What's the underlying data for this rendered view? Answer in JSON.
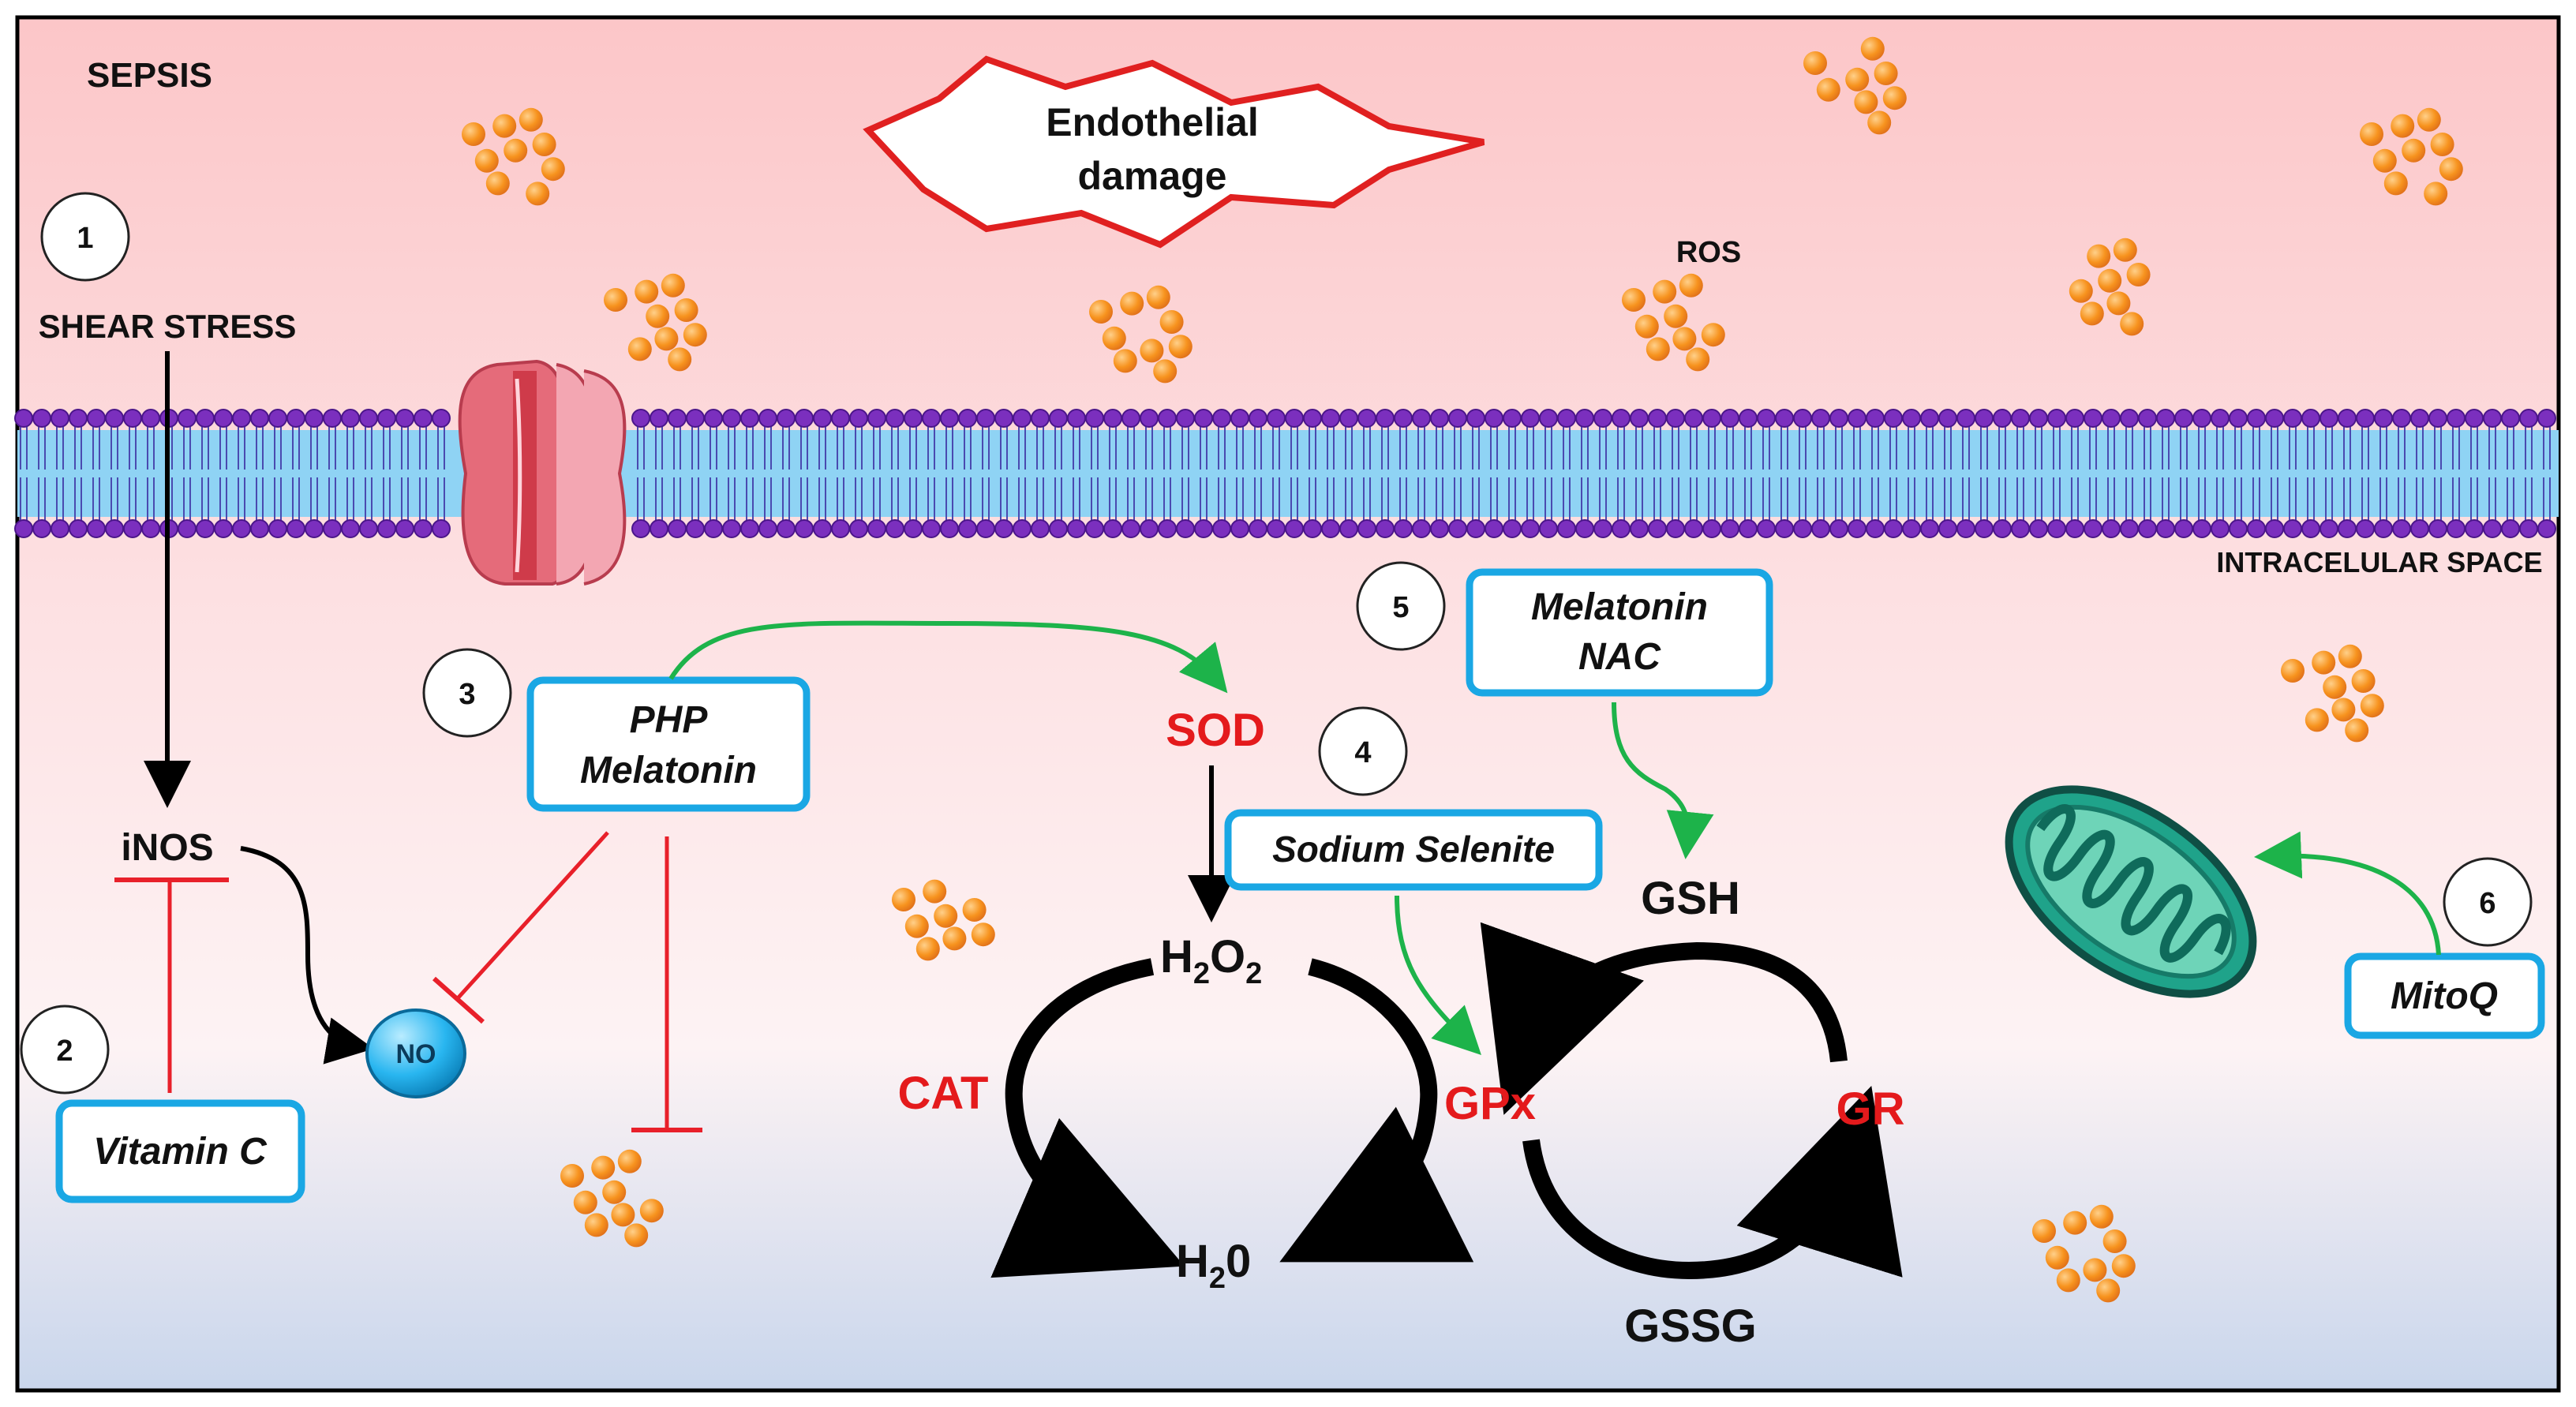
{
  "header": {
    "sepsis": "SEPSIS",
    "damage_line1": "Endothelial",
    "damage_line2": "damage",
    "ros": "ROS",
    "intracellular": "INTRACELULAR SPACE"
  },
  "steps": [
    "1",
    "2",
    "3",
    "4",
    "5",
    "6"
  ],
  "labels": {
    "shear_stress": "SHEAR STRESS",
    "inos": "iNOS",
    "no": "NO",
    "sod": "SOD",
    "h2o2_main": "H",
    "h2o2_sub1": "2",
    "h2o2_mid": "O",
    "h2o2_sub2": "2",
    "h2o_main": "H",
    "h2o_sub": "2",
    "h2o_end": "0",
    "cat": "CAT",
    "gpx": "GPx",
    "gr": "GR",
    "gsh": "GSH",
    "gssg": "GSSG"
  },
  "treatments": {
    "vitamin_c": "Vitamin C",
    "php_line1": "PHP",
    "php_line2": "Melatonin",
    "sodium_selenite": "Sodium Selenite",
    "mel_nac_line1": "Melatonin",
    "mel_nac_line2": "NAC",
    "mitoq": "MitoQ"
  },
  "colors": {
    "enzyme_red": "#e41a1c",
    "inhibit_red": "#e8202a",
    "activate_green": "#1db34a",
    "box_blue": "#1aa7e4",
    "ros_orange": "#f7931e",
    "membrane_blue": "#8fd3f4",
    "lipid_head": "#7b2fbe",
    "mito_teal": "#1fa38a",
    "channel_pink": "#e56b7a"
  }
}
